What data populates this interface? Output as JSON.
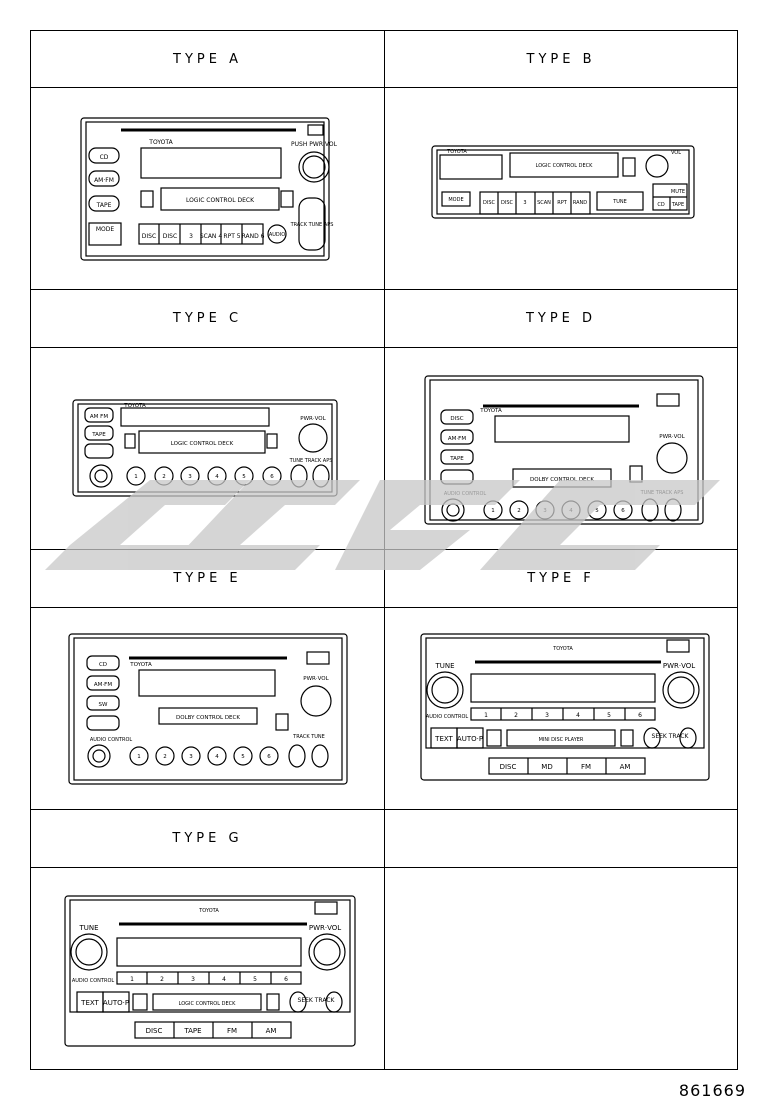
{
  "types": {
    "a": {
      "title": "TYPE  A",
      "brand": "TOYOTA",
      "buttons": [
        "CD",
        "AM·FM",
        "TAPE",
        "MODE"
      ],
      "knob_label": "PUSH PWR·VOL",
      "deck_label": "LOGIC CONTROL DECK",
      "presets": [
        "DISC",
        "DISC",
        "3",
        "SCAN 4",
        "RPT 5",
        "RAND 6"
      ],
      "seek_label": "TRACK TUNE APS",
      "audio_label": "AUDIO"
    },
    "b": {
      "title": "TYPE  B",
      "brand": "TOYOTA",
      "deck_label": "LOGIC CONTROL DECK",
      "mode_label": "MODE",
      "knob_label": "VOL",
      "presets": [
        "DISC",
        "DISC",
        "3",
        "SCAN",
        "RPT",
        "RAND"
      ],
      "tune_label": "TUNE",
      "small_buttons": [
        "MUTE",
        "CD",
        "TAPE"
      ]
    },
    "c": {
      "title": "TYPE  C",
      "brand": "TOYOTA",
      "buttons": [
        "AM FM",
        "TAPE"
      ],
      "knob_label": "PWR·VOL",
      "deck_label": "LOGIC CONTROL DECK",
      "presets": [
        "1",
        "2",
        "3",
        "4",
        "5",
        "6"
      ],
      "seek_label": "TUNE TRACK APS"
    },
    "d": {
      "title": "TYPE  D",
      "brand": "TOYOTA",
      "buttons": [
        "DISC",
        "AM·FM",
        "TAPE"
      ],
      "knob_label": "PWR·VOL",
      "deck_label": "DOLBY CONTROL DECK",
      "presets": [
        "1",
        "2",
        "3",
        "4",
        "5",
        "6"
      ],
      "seek_label": "TUNE TRACK APS",
      "audio_label": "AUDIO CONTROL"
    },
    "e": {
      "title": "TYPE  E",
      "brand": "TOYOTA",
      "buttons": [
        "CD",
        "AM·FM",
        "SW"
      ],
      "knob_label": "PWR·VOL",
      "deck_label": "DOLBY CONTROL DECK",
      "presets": [
        "1",
        "2",
        "3",
        "4",
        "5",
        "6"
      ],
      "seek_label": "TRACK TUNE",
      "audio_label": "AUDIO CONTROL"
    },
    "f": {
      "title": "TYPE  F",
      "brand": "TOYOTA",
      "tune_label": "TUNE",
      "knob_label": "PWR·VOL",
      "audio_label": "AUDIO CONTROL",
      "presets": [
        "1",
        "2",
        "3",
        "4",
        "5",
        "6"
      ],
      "text_label": "TEXT",
      "autop_label": "AUTO·P",
      "deck_label": "MINI DISC PLAYER",
      "seek_label": "SEEK TRACK",
      "sources": [
        "DISC",
        "MD",
        "FM",
        "AM"
      ]
    },
    "g": {
      "title": "TYPE  G",
      "brand": "TOYOTA",
      "tune_label": "TUNE",
      "knob_label": "PWR·VOL",
      "audio_label": "AUDIO CONTROL",
      "presets": [
        "1",
        "2",
        "3",
        "4",
        "5",
        "6"
      ],
      "text_label": "TEXT",
      "autop_label": "AUTO·P",
      "deck_label": "LOGIC CONTROL DECK",
      "seek_label": "SEEK TRACK",
      "sources": [
        "DISC",
        "TAPE",
        "FM",
        "AM"
      ]
    }
  },
  "diagram_id": "861669",
  "colors": {
    "line": "#000000",
    "watermark": "#c8c8c8",
    "background": "#ffffff"
  }
}
